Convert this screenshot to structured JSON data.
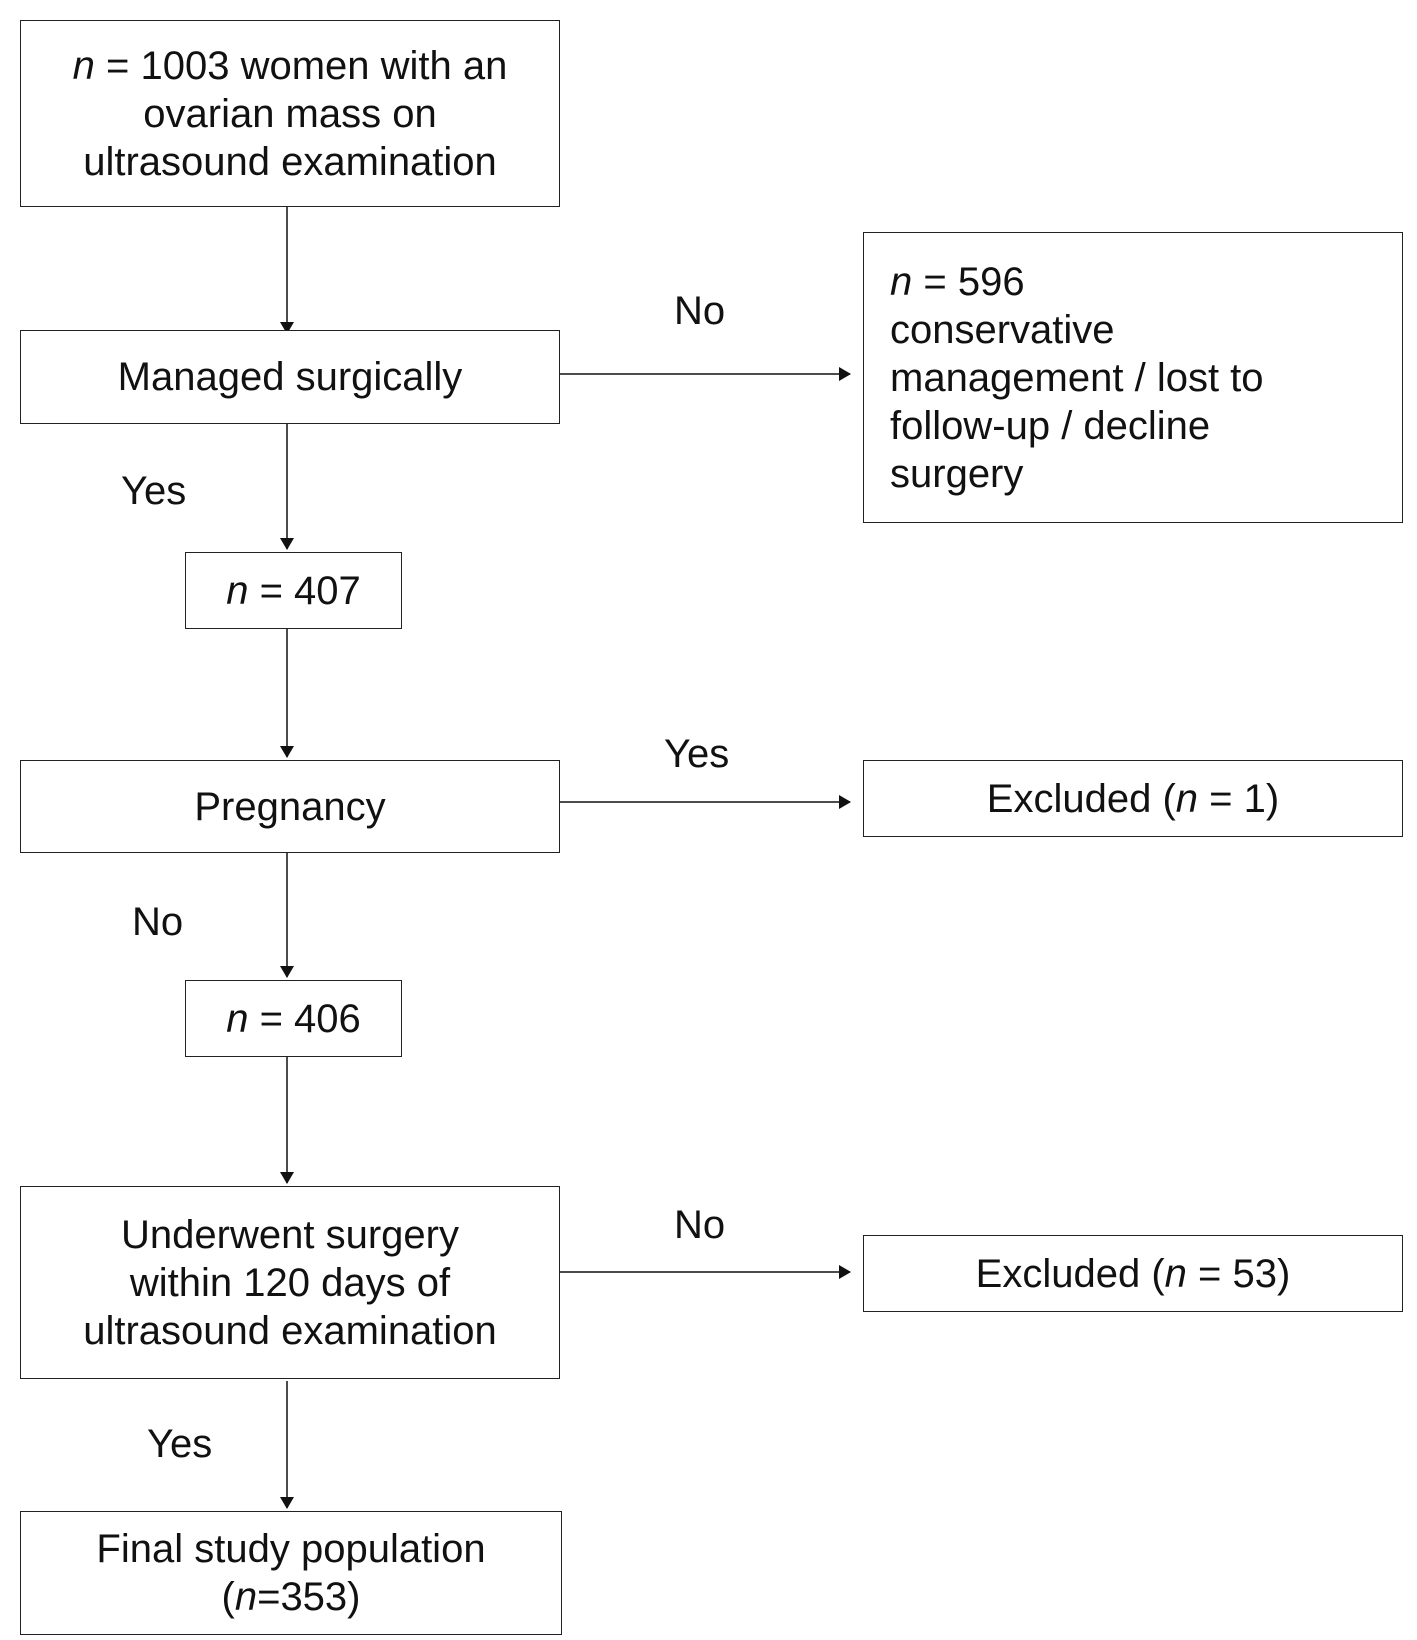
{
  "boxes": {
    "start": {
      "n_label": "n",
      "lines": [
        "= 1003 women with an",
        "ovarian mass on",
        "ultrasound examination"
      ]
    },
    "managed": {
      "text": "Managed surgically"
    },
    "n407": {
      "n_label": "n",
      "text": "= 407"
    },
    "conservative": {
      "n_label": "n",
      "first_line": "= 596",
      "lines": [
        "conservative",
        "management / lost to",
        "follow-up / decline",
        "surgery"
      ]
    },
    "pregnancy": {
      "text": "Pregnancy"
    },
    "excluded1": {
      "prefix": "Excluded (",
      "n_label": "n",
      "suffix": "= 1)"
    },
    "n406": {
      "n_label": "n",
      "text": "= 406"
    },
    "underwent": {
      "lines": [
        "Underwent surgery",
        "within 120 days of",
        "ultrasound examination"
      ]
    },
    "excluded53": {
      "prefix": "Excluded (",
      "n_label": "n",
      "suffix": "= 53)"
    },
    "final": {
      "line1": "Final study population",
      "open": "(",
      "n_label": "n",
      "value": "=353)"
    }
  },
  "labels": {
    "no_managed": "No",
    "yes_managed": "Yes",
    "yes_pregnancy": "Yes",
    "no_pregnancy": "No",
    "no_underwent": "No",
    "yes_underwent": "Yes"
  }
}
